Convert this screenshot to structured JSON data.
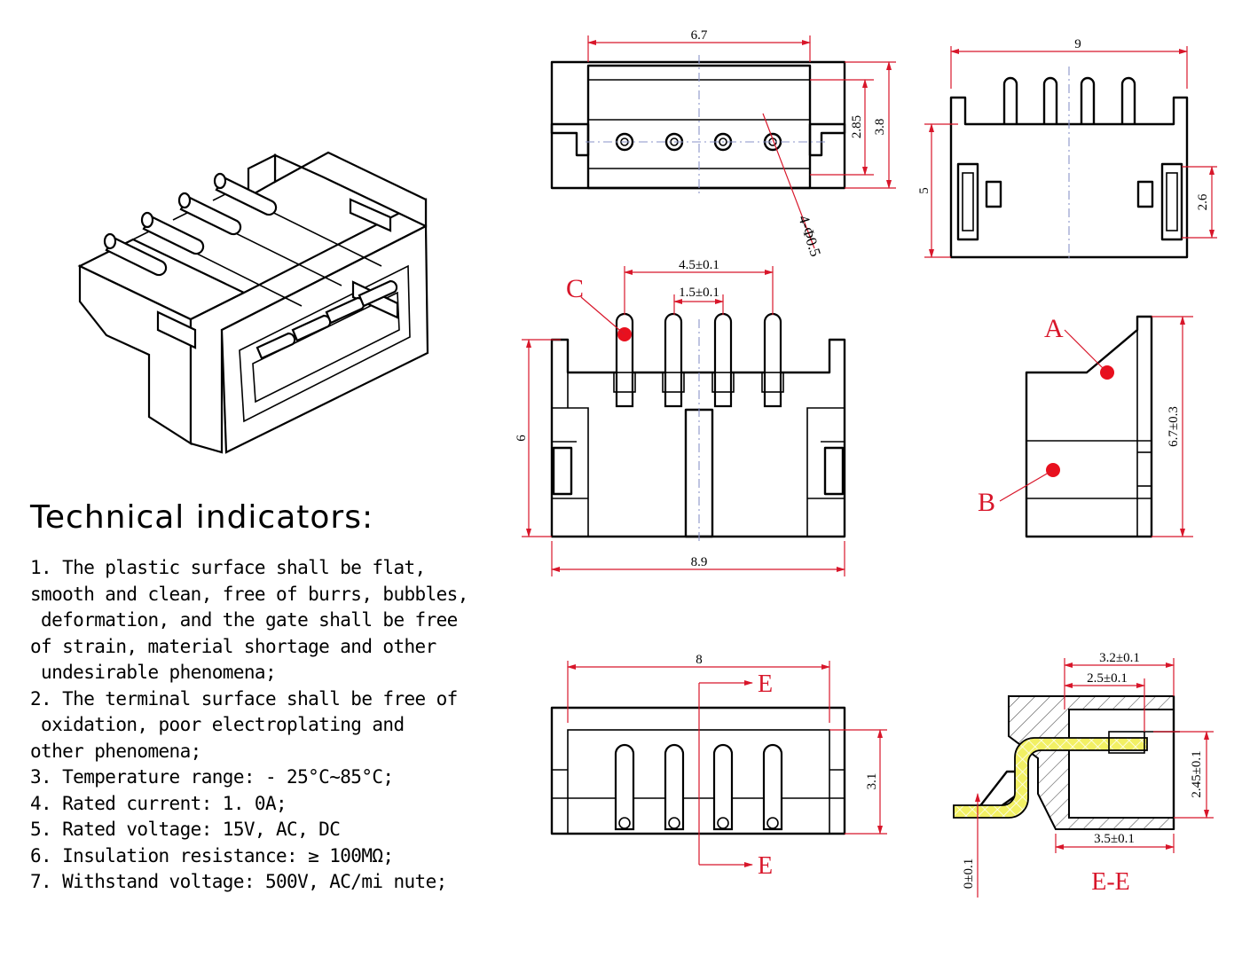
{
  "technical": {
    "title": "Technical indicators:",
    "lines": [
      "1. The plastic surface shall be flat,",
      "smooth and clean, free of burrs, bubbles,",
      " deformation, and the gate shall be free",
      "of strain, material shortage and other",
      " undesirable phenomena;",
      "2. The terminal surface shall be free of",
      " oxidation, poor electroplating and",
      "other phenomena;",
      "3. Temperature range: - 25°C~85°C;",
      "4. Rated current: 1. 0A;",
      "5. Rated voltage: 15V, AC, DC",
      "6. Insulation resistance: ≥ 100MΩ;",
      "7. Withstand voltage: 500V, AC/mi nute;"
    ]
  },
  "dimensions": {
    "top_width": "6.7",
    "top_h1": "2.85",
    "top_h2": "3.8",
    "holes": "4-Φ0.5",
    "side_width": "9",
    "side_height": "5",
    "side_lock": "2.6",
    "front_pitch_total": "4.5±0.1",
    "front_pitch": "1.5±0.1",
    "front_height": "6",
    "front_width": "8.9",
    "profile_height": "6.7±0.3",
    "bottom_width": "8",
    "bottom_height": "3.1",
    "sec_d1": "3.2±0.1",
    "sec_d2": "2.5±0.1",
    "sec_d3": "2.45±0.1",
    "sec_d4": "3.5±0.1",
    "sec_d5": "0±0.1"
  },
  "labels": {
    "c": "C",
    "a": "A",
    "b": "B",
    "e_top": "E",
    "e_bottom": "E",
    "section": "E-E"
  },
  "colors": {
    "dimension": "#d8162a",
    "centerline": "#8a93c8",
    "marker": "#e8101e",
    "contact_fill": "#f2f064"
  }
}
